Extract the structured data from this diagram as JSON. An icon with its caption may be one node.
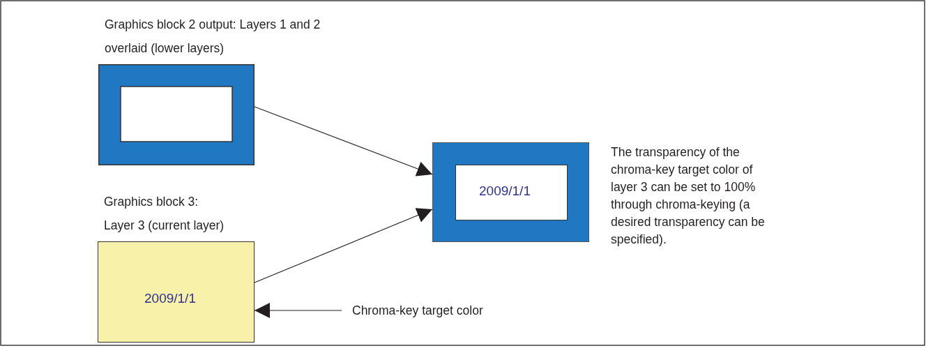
{
  "diagram": {
    "nodes": [
      {
        "text": [
          "Graphics block 2 output: Layers 1 and 2 overlaid (lower layers)"
        ]
      },
      {
        "text": [
          "Graphics block 3: Layer 3 (current layer)",
          "2009/1/1"
        ]
      },
      {
        "text": [],
        "shape": "box",
        "beside": [
          "The transparency of the chroma-key target color of layer 3 can be set to 100% through chroma-keying (a desired transparency can be specified)."
        ]
      },
      {
        "text": [
          "2009/1/1"
        ],
        "in": 2
      },
      {
        "text": [
          "Chroma-key target color"
        ]
      }
    ],
    "edges": [
      {
        "from": 0,
        "to": 2,
        "arrow": "to"
      },
      {
        "from": 1,
        "to": 2,
        "arrow": "to"
      },
      {
        "from": 4,
        "to": 1,
        "arrow": "to"
      }
    ]
  }
}
